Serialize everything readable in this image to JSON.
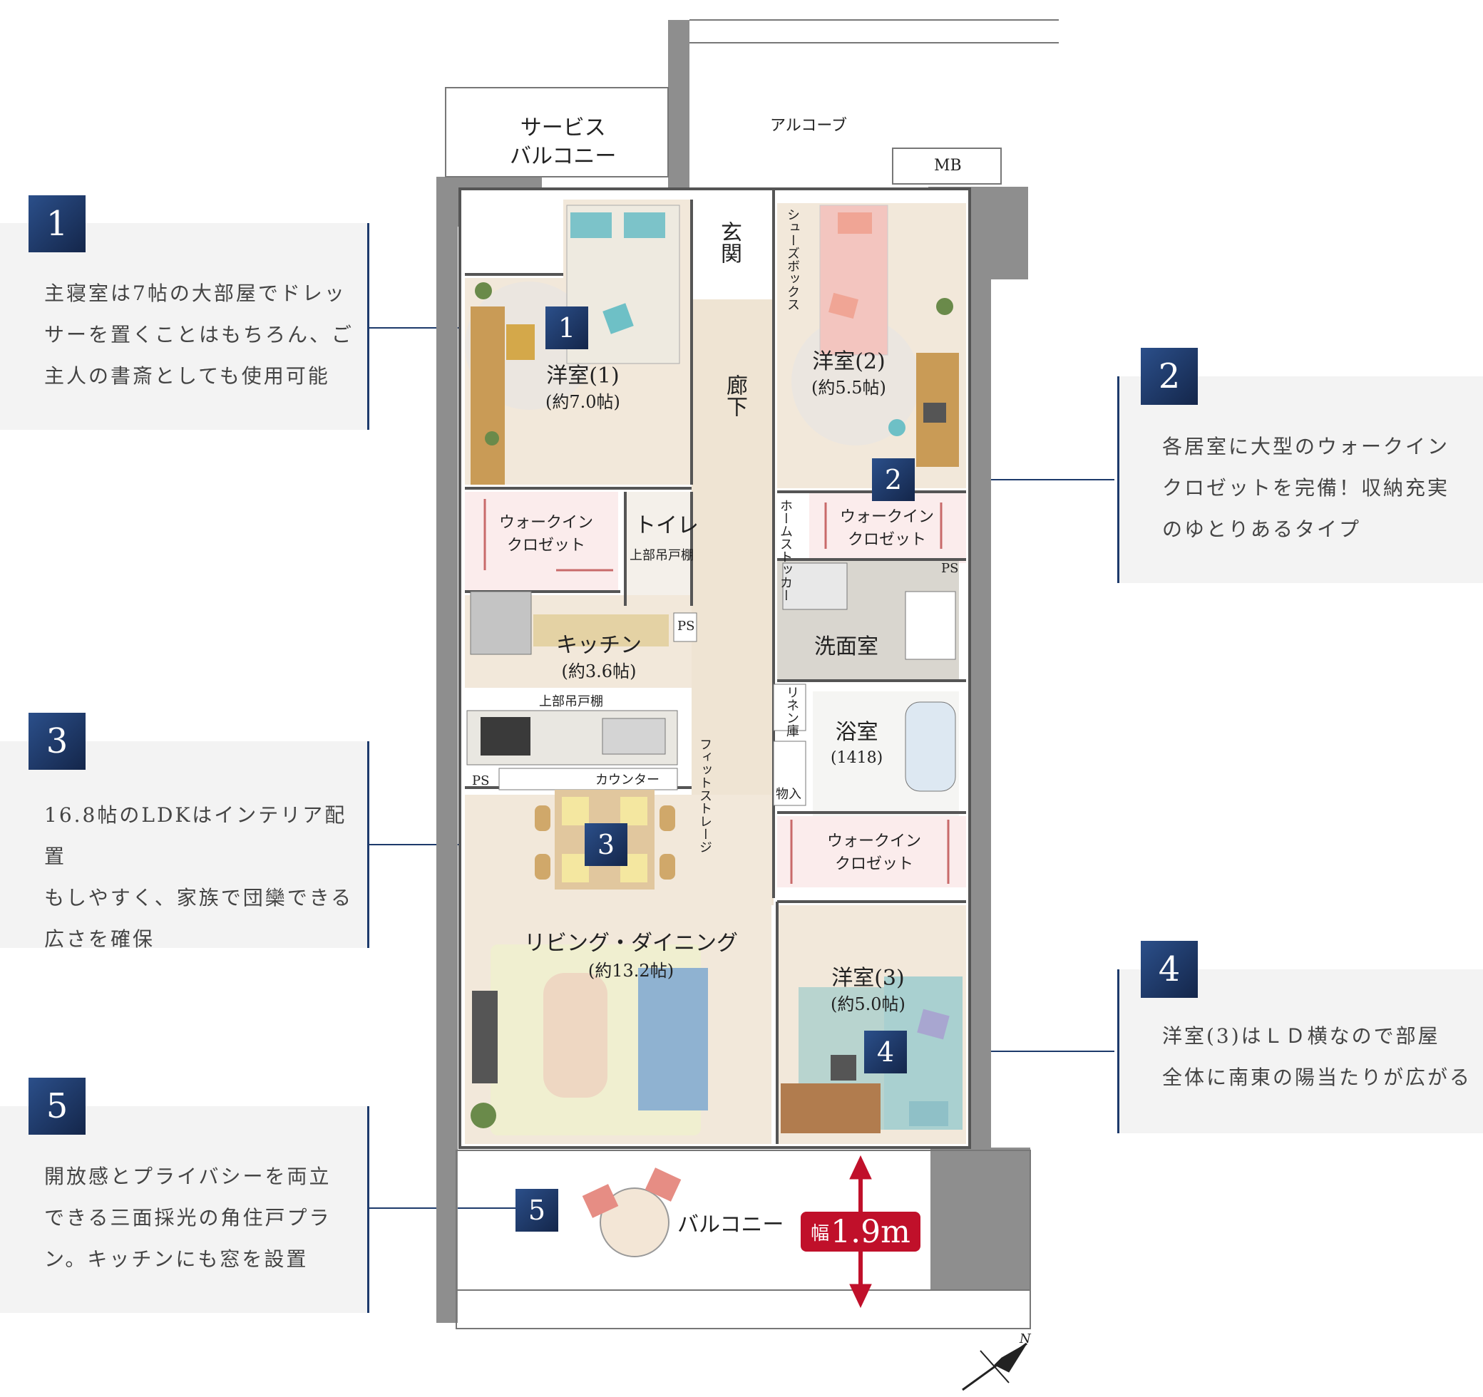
{
  "callouts": [
    {
      "num": "1",
      "lines": [
        "主寝室は7帖の大部屋でドレッ",
        "サーを置くことはもちろん、ご",
        "主人の書斎としても使用可能"
      ]
    },
    {
      "num": "2",
      "lines": [
        "各居室に大型のウォークイン",
        "クロゼットを完備！収納充実",
        "のゆとりあるタイプ"
      ]
    },
    {
      "num": "3",
      "lines": [
        "16.8帖のLDKはインテリア配置",
        "もしやすく、家族で団欒できる",
        "広さを確保"
      ]
    },
    {
      "num": "4",
      "lines": [
        "洋室(3)はＬＤ横なので部屋",
        "全体に南東の陽当たりが広がる"
      ]
    },
    {
      "num": "5",
      "lines": [
        "開放感とプライバシーを両立",
        "できる三面採光の角住戸プラ",
        "ン。キッチンにも窓を設置"
      ]
    }
  ],
  "rooms": {
    "service_balcony": [
      "サービス",
      "バルコニー"
    ],
    "alcove": "アルコーブ",
    "mb": "MB",
    "genkan": "玄関",
    "shoes_box": "シューズボックス",
    "hallway": "廊下",
    "room1": {
      "name": "洋室(1)",
      "size": "(約7.0帖)"
    },
    "room2": {
      "name": "洋室(2)",
      "size": "(約5.5帖)"
    },
    "room3": {
      "name": "洋室(3)",
      "size": "(約5.0帖)"
    },
    "wic_left": [
      "ウォークイン",
      "クロゼット"
    ],
    "wic_right": [
      "ウォークイン",
      "クロゼット"
    ],
    "wic_bottom": [
      "ウォークイン",
      "クロゼット"
    ],
    "toilet": "トイレ",
    "upper_cabinet": "上部吊戸棚",
    "home_stocker": "ホームストッカー",
    "ps": "PS",
    "washroom": "洗面室",
    "linen": "リネン庫",
    "bath": {
      "name": "浴室",
      "size": "(1418)"
    },
    "kitchen": {
      "name": "キッチン",
      "size": "(約3.6帖)"
    },
    "counter": "カウンター",
    "fit_storage": "フィットストレージ",
    "storage": "物入",
    "living": {
      "name": "リビング・ダイニング",
      "size": "(約13.2帖)"
    },
    "balcony": "バルコニー"
  },
  "width_badge": {
    "prefix": "幅",
    "value": "1.9m"
  },
  "colors": {
    "navy": "#1d3a6b",
    "wall": "#8a8a8a",
    "floor": "#f1e7d8",
    "closet": "#fbecec",
    "badge": "#c0102a"
  },
  "compass": {
    "label": "N"
  }
}
